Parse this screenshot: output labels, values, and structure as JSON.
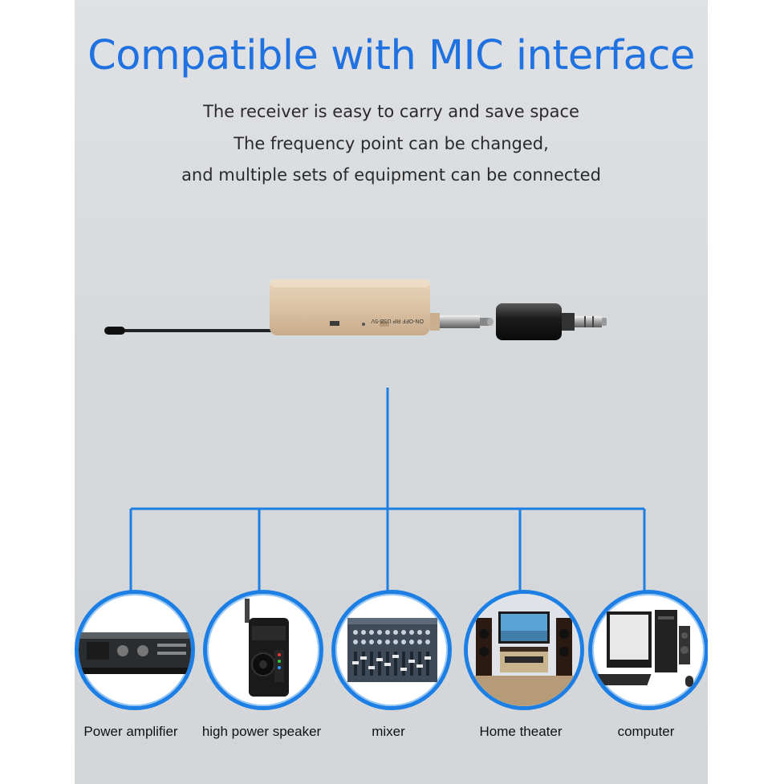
{
  "headline": "Compatible with MIC interface",
  "subtitle_lines": [
    "The receiver is easy to carry and save space",
    "The frequency point can be changed,",
    "and multiple sets of equipment can be connected"
  ],
  "receiver": {
    "panel_text": "ON-OFF  RP  USB-5V",
    "body_color": "#dcc3a5"
  },
  "accent_color": "#1d7fe3",
  "devices": [
    {
      "label": "Power amplifier",
      "icon": "power-amplifier-icon"
    },
    {
      "label": "high power speaker",
      "icon": "speaker-icon"
    },
    {
      "label": "mixer",
      "icon": "mixer-icon"
    },
    {
      "label": "Home theater",
      "icon": "home-theater-icon"
    },
    {
      "label": "computer",
      "icon": "computer-icon"
    }
  ]
}
